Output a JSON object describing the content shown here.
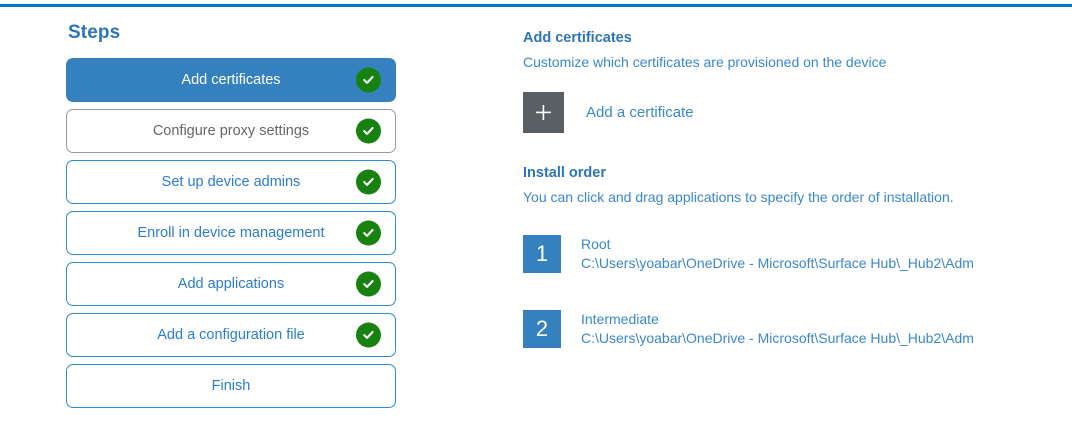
{
  "accent": {
    "rule": "#0078c8",
    "primary_blue": "#3580bf",
    "link_blue": "#3b87cd",
    "heading_blue": "#2e75b6",
    "check_green": "#17820f",
    "tile_gray": "#5a5f64",
    "muted_text": "#666666"
  },
  "steps": {
    "title": "Steps",
    "items": [
      {
        "label": "Add certificates",
        "state": "active",
        "completed": true
      },
      {
        "label": "Configure proxy settings",
        "state": "muted",
        "completed": true
      },
      {
        "label": "Set up device admins",
        "state": "default",
        "completed": true
      },
      {
        "label": "Enroll in device management",
        "state": "default",
        "completed": true
      },
      {
        "label": "Add applications",
        "state": "default",
        "completed": true
      },
      {
        "label": "Add a configuration file",
        "state": "default",
        "completed": true
      },
      {
        "label": "Finish",
        "state": "default",
        "completed": false
      }
    ]
  },
  "detail": {
    "heading": "Add certificates",
    "subtitle": "Customize which certificates are provisioned on the device",
    "add_certificate_label": "Add a certificate",
    "add_icon": "plus-icon",
    "install_order": {
      "heading": "Install order",
      "subtitle": "You can click and drag applications to specify the order of installation.",
      "items": [
        {
          "order": "1",
          "name": "Root",
          "path": "C:\\Users\\yoabar\\OneDrive - Microsoft\\Surface Hub\\_Hub2\\Adm"
        },
        {
          "order": "2",
          "name": "Intermediate",
          "path": "C:\\Users\\yoabar\\OneDrive - Microsoft\\Surface Hub\\_Hub2\\Adm"
        }
      ]
    }
  }
}
